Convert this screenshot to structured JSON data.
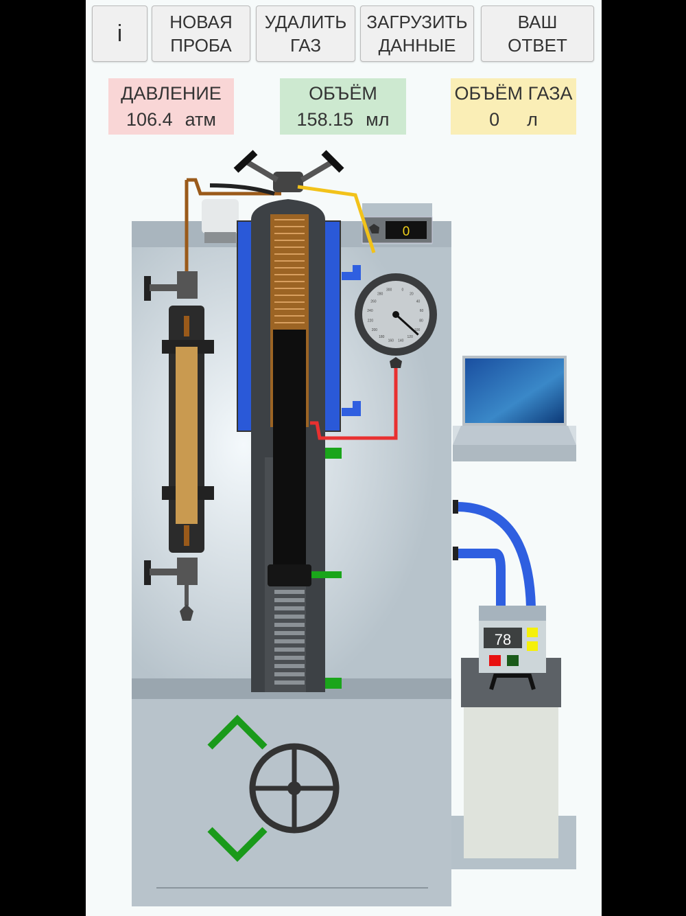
{
  "toolbar": {
    "info_label": "i",
    "new_sample": [
      "НОВАЯ",
      "ПРОБА"
    ],
    "remove_gas": [
      "УДАЛИТЬ",
      "ГАЗ"
    ],
    "load_data": [
      "ЗАГРУЗИТЬ",
      "ДАННЫЕ"
    ],
    "your_answer": [
      "ВАШ",
      "ОТВЕТ"
    ]
  },
  "readouts": {
    "pressure": {
      "label": "ДАВЛЕНИЕ",
      "value": "106.4",
      "unit": "атм",
      "color": "#f9d6d6"
    },
    "volume": {
      "label": "ОБЪЁМ",
      "value": "158.15",
      "unit": "мл",
      "color": "#cde9d0"
    },
    "gas_volume": {
      "label": "ОБЪЁМ ГАЗА",
      "value": "0",
      "unit": "л",
      "color": "#faeeb6"
    }
  },
  "gauge": {
    "labels": [
      "0",
      "20",
      "40",
      "60",
      "80",
      "100",
      "120",
      "140",
      "160",
      "180",
      "200",
      "220",
      "240",
      "260",
      "280",
      "300"
    ],
    "min": 0,
    "max": 300,
    "reading": 106.4
  },
  "counter_display": "0",
  "thermostat": {
    "display": "78"
  },
  "colors": {
    "up_arrow": "#1a9a1a",
    "down_arrow": "#1a9a1a",
    "hose": "#2f5fe0",
    "gas_line": "#f2c21a",
    "oil_line": "#9a5a1a",
    "pressure_line": "#e83030"
  }
}
